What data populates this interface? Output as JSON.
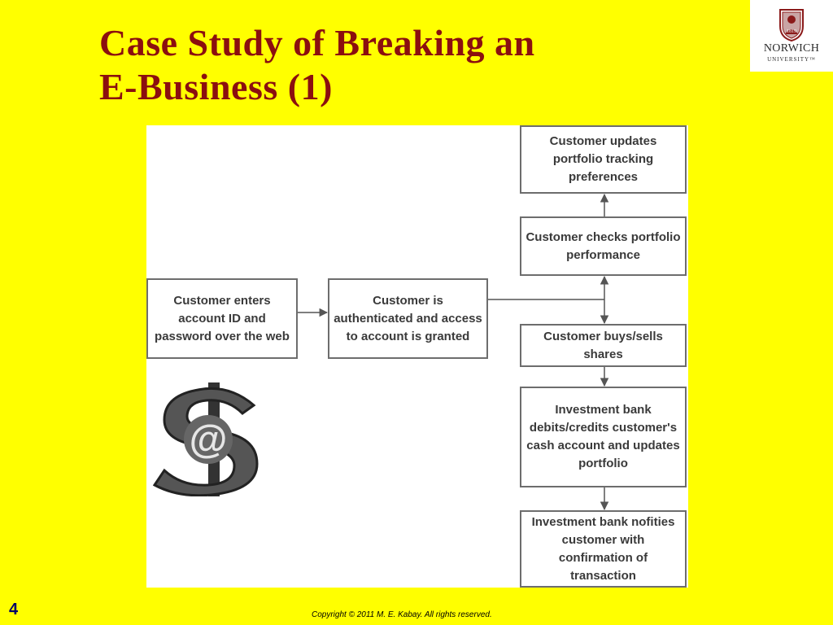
{
  "slide": {
    "title_line1": "Case Study of Breaking an",
    "title_line2": "E-Business (1)",
    "page_number": "4",
    "copyright": "Copyright © 2011 M. E. Kabay.  All rights reserved.",
    "colors": {
      "background": "#FFFF00",
      "title": "#8B0F0F",
      "box_border": "#6d6d6d",
      "box_text": "#3a3a3a"
    }
  },
  "logo": {
    "name": "NORWICH",
    "subtitle": "UNIVERSITY™",
    "year": "1819"
  },
  "diagram": {
    "boxes": [
      {
        "id": "enter",
        "text": "Customer enters account ID and password over the web"
      },
      {
        "id": "auth",
        "text": "Customer is authenticated and access to account is granted"
      },
      {
        "id": "update",
        "text": "Customer updates portfolio tracking preferences"
      },
      {
        "id": "check",
        "text": "Customer checks portfolio performance"
      },
      {
        "id": "buy",
        "text": "Customer buys/sells shares"
      },
      {
        "id": "debit",
        "text": "Investment bank debits/credits customer's cash account and updates portfolio"
      },
      {
        "id": "notify",
        "text": "Investment bank nofities customer with confirmation of transaction"
      }
    ],
    "edges": [
      {
        "from": "enter",
        "to": "auth"
      },
      {
        "from": "auth",
        "to": "check"
      },
      {
        "from": "auth",
        "to": "buy"
      },
      {
        "from": "check",
        "to": "update"
      },
      {
        "from": "buy",
        "to": "debit"
      },
      {
        "from": "debit",
        "to": "notify"
      }
    ],
    "clipart": {
      "icon": "dollar-at-sign",
      "glyph": "@"
    }
  }
}
